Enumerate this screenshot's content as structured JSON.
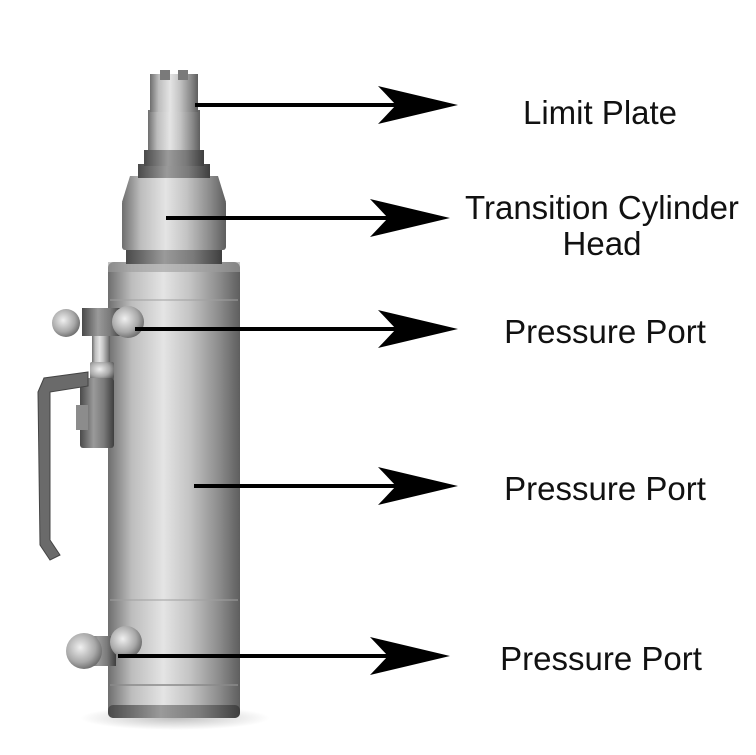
{
  "labels": {
    "limit_plate": "Limit Plate",
    "transition_line1": "Transition Cylinder",
    "transition_line2": "Head",
    "pressure_port_1": "Pressure Port",
    "pressure_port_2": "Pressure Port",
    "pressure_port_3": "Pressure Port"
  },
  "colors": {
    "arrow": "#000000",
    "text": "#111111",
    "steel_light": "#d9d9d9",
    "steel_dark": "#6e6e6e"
  }
}
